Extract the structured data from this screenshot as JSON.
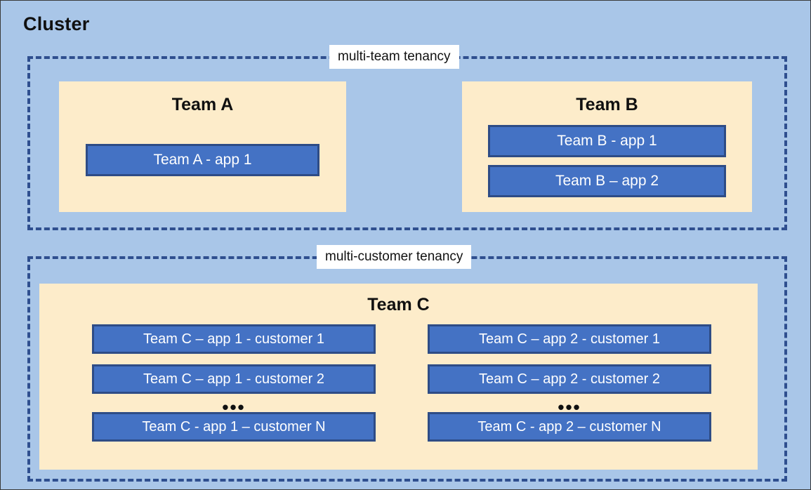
{
  "diagram": {
    "title": "Cluster",
    "colors": {
      "canvas_background": "#a9c6e8",
      "zone_border": "#2f4f8f",
      "team_panel_background": "#fdecca",
      "app_box_fill": "#4472c4",
      "app_box_border": "#2e4c86",
      "app_box_text": "#ffffff",
      "label_chip_background": "#ffffff",
      "title_text": "#101010"
    }
  },
  "zones": [
    {
      "id": "multi-team",
      "label": "multi-team tenancy",
      "teams": [
        {
          "id": "team-a",
          "title": "Team A",
          "apps": [
            {
              "label": "Team A - app 1"
            }
          ]
        },
        {
          "id": "team-b",
          "title": "Team B",
          "apps": [
            {
              "label": "Team B - app 1"
            },
            {
              "label": "Team B – app 2"
            }
          ]
        }
      ]
    },
    {
      "id": "multi-customer",
      "label": "multi-customer tenancy",
      "teams": [
        {
          "id": "team-c",
          "title": "Team C",
          "columns": [
            {
              "id": "team-c-app-1",
              "items": [
                {
                  "type": "app",
                  "label": "Team C – app 1 - customer 1"
                },
                {
                  "type": "app",
                  "label": "Team C – app 1 - customer 2"
                },
                {
                  "type": "ellipsis",
                  "label": "•••"
                },
                {
                  "type": "app",
                  "label": "Team C - app 1 – customer N"
                }
              ]
            },
            {
              "id": "team-c-app-2",
              "items": [
                {
                  "type": "app",
                  "label": "Team C – app 2 - customer 1"
                },
                {
                  "type": "app",
                  "label": "Team C – app 2 - customer 2"
                },
                {
                  "type": "ellipsis",
                  "label": "•••"
                },
                {
                  "type": "app",
                  "label": "Team C - app 2 – customer N"
                }
              ]
            }
          ]
        }
      ]
    }
  ]
}
